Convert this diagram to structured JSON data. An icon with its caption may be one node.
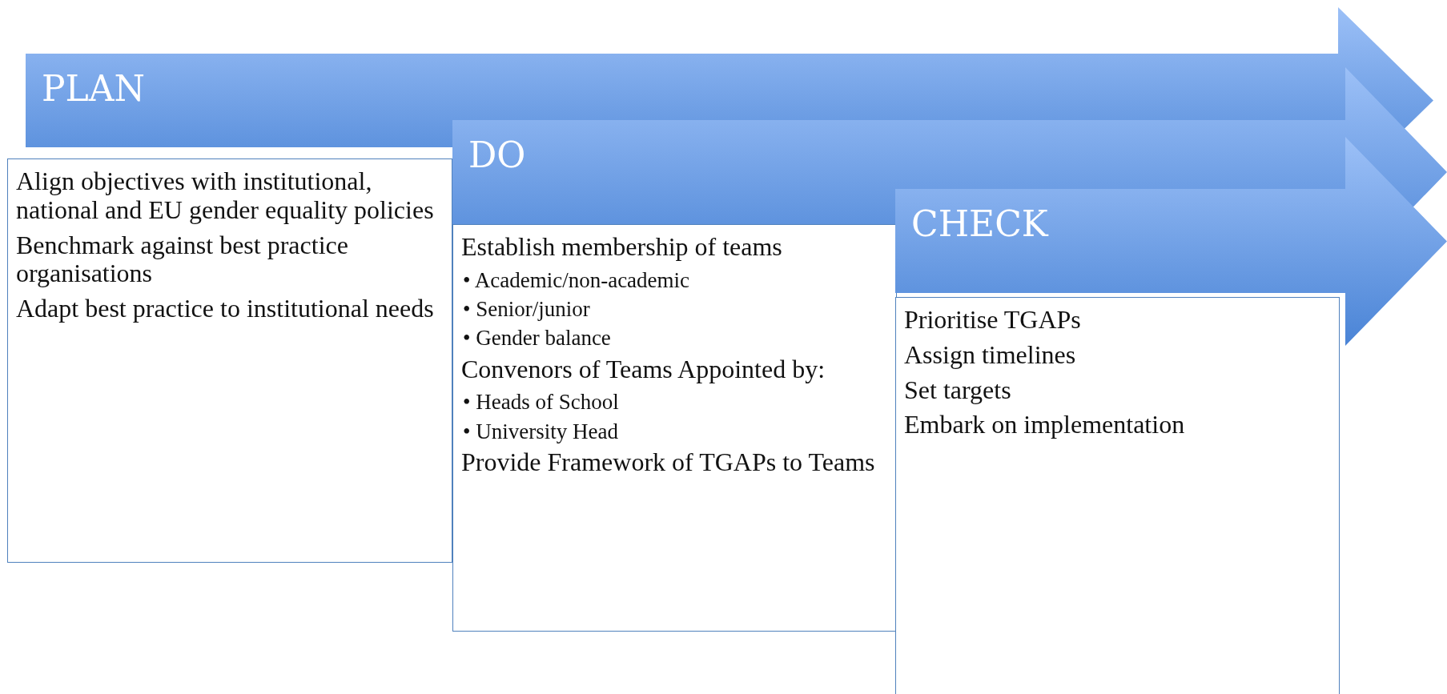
{
  "diagram": {
    "nodes": [
      {
        "text": [
          "PLAN"
        ]
      },
      {
        "text": [
          "Align objectives with institutional, national and EU gender equality policies",
          "Benchmark against best practice organisations",
          "Adapt best practice to institutional needs"
        ]
      },
      {
        "text": [
          "DO"
        ]
      },
      {
        "text": [
          "Establish membership of teams",
          "• Academic/non-academic",
          "• Senior/junior",
          "• Gender balance",
          "Convenors of Teams Appointed by:",
          "• Heads of School",
          "• University  Head",
          "Provide Framework of TGAPs to Teams"
        ]
      },
      {
        "text": [
          "CHECK"
        ]
      },
      {
        "text": [
          "Prioritise TGAPs",
          "Assign timelines",
          "Set targets",
          "Embark on implementation"
        ]
      }
    ]
  }
}
